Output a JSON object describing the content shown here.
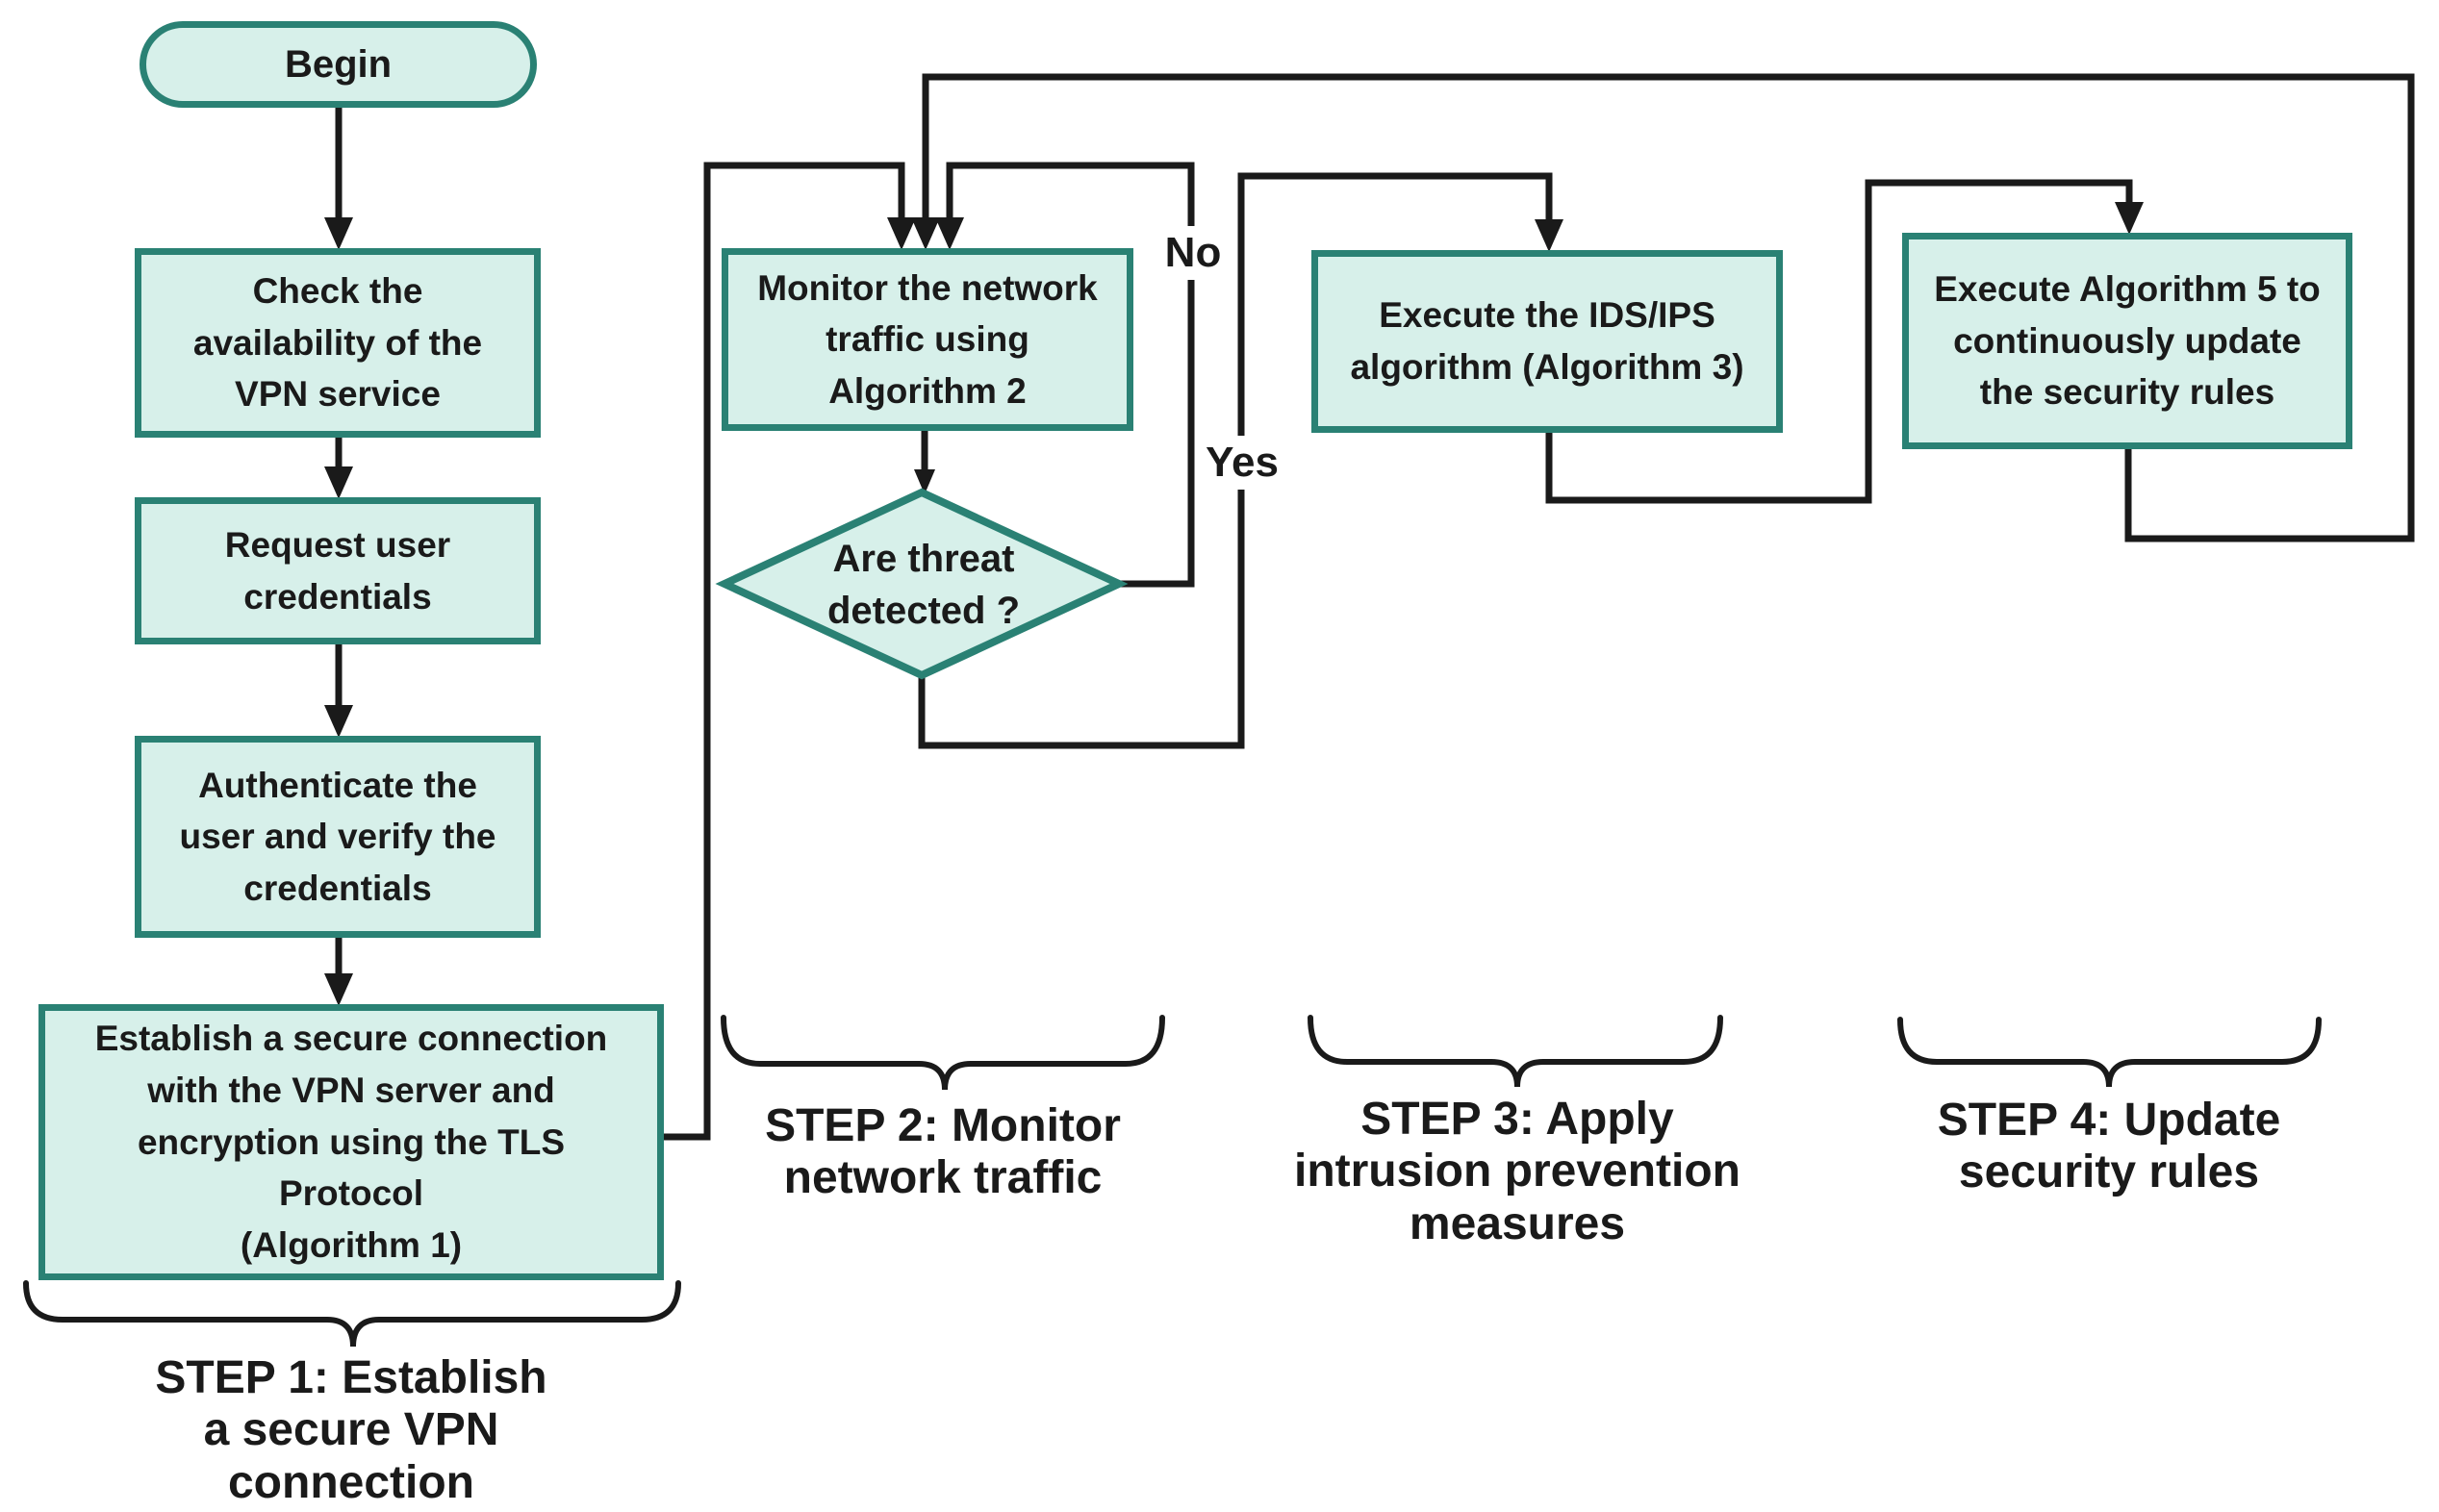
{
  "figure": {
    "type": "flowchart",
    "description": "VPN security workflow flowchart with four step groups"
  },
  "palette": {
    "node_border": "#2a8174",
    "node_fill": "#d7f0ea",
    "line_color": "#1a1a1a",
    "text_color": "#1a1a1a",
    "background": "#ffffff"
  },
  "nodes": {
    "begin": {
      "type": "terminator",
      "label": "Begin"
    },
    "check_vpn": {
      "type": "process",
      "label": "Check the\navailability of the\nVPN service"
    },
    "request_credentials": {
      "type": "process",
      "label": "Request user\ncredentials"
    },
    "authenticate": {
      "type": "process",
      "label": "Authenticate the\nuser and verify the\ncredentials"
    },
    "establish_tls": {
      "type": "process",
      "label": "Establish a secure connection\nwith the VPN server and\nencryption using the TLS\nProtocol\n(Algorithm 1)"
    },
    "monitor_traffic": {
      "type": "process",
      "label": "Monitor the network\ntraffic using\nAlgorithm 2"
    },
    "threat_decision": {
      "type": "decision",
      "label": "Are threat\ndetected ?"
    },
    "ids_ips": {
      "type": "process",
      "label": "Execute the IDS/IPS\nalgorithm (Algorithm 3)"
    },
    "update_rules": {
      "type": "process",
      "label": "Execute Algorithm 5 to\ncontinuously update\nthe security rules"
    }
  },
  "edge_labels": {
    "no": "No",
    "yes": "Yes"
  },
  "step_labels": [
    {
      "id": "step1",
      "label": "STEP 1: Establish\na secure VPN\nconnection"
    },
    {
      "id": "step2",
      "label": "STEP 2: Monitor\nnetwork traffic"
    },
    {
      "id": "step3",
      "label": "STEP 3: Apply\nintrusion prevention\nmeasures"
    },
    {
      "id": "step4",
      "label": "STEP 4: Update\nsecurity rules"
    }
  ]
}
